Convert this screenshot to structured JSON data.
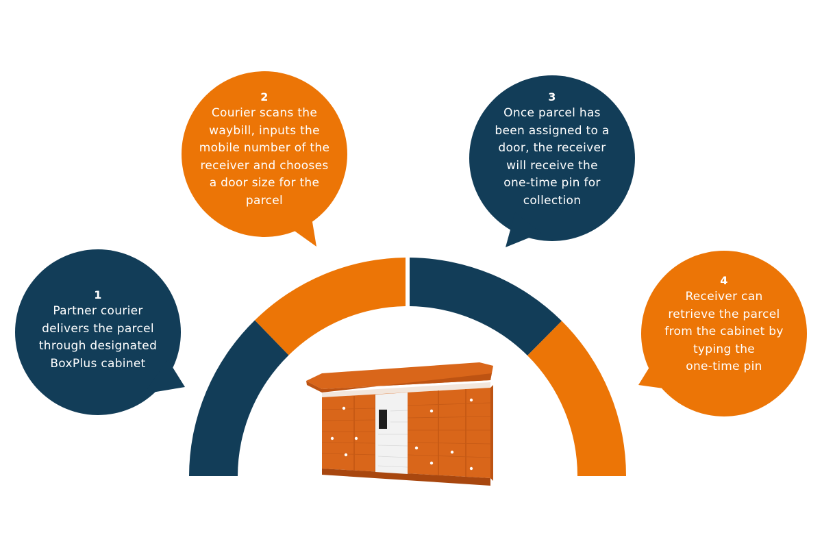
{
  "colors": {
    "navy": "#123d58",
    "orange": "#ec7506",
    "cabinet_orange": "#d9661a",
    "cabinet_shade": "#bd5312",
    "cabinet_panel": "#f2f2f2",
    "background": "#ffffff"
  },
  "steps": [
    {
      "number": "1",
      "text": "Partner courier\ndelivers the parcel\nthrough designated\nBoxPlus cabinet",
      "color": "navy"
    },
    {
      "number": "2",
      "text": "Courier scans the\nwaybill, inputs the\nmobile number of the\nreceiver and chooses\na door size for the\nparcel",
      "color": "orange"
    },
    {
      "number": "3",
      "text": "Once parcel has\nbeen assigned to a\ndoor, the receiver\nwill receive the\none-time pin for\ncollection",
      "color": "navy"
    },
    {
      "number": "4",
      "text": "Receiver can\nretrieve the parcel\nfrom the cabinet by\ntyping the\none-time pin",
      "color": "orange"
    }
  ],
  "arc_segments": [
    "navy",
    "orange",
    "navy",
    "orange"
  ],
  "cabinet": {
    "image": "parcel-locker-cabinet"
  }
}
